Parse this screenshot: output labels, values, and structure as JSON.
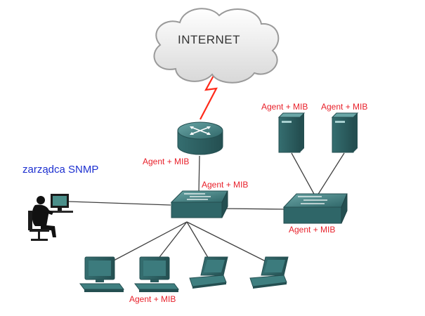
{
  "cloud": {
    "label": "INTERNET"
  },
  "manager": {
    "label": "zarządca SNMP"
  },
  "labels": {
    "router": "Agent + MIB",
    "switch_main": "Agent + MIB",
    "server_left": "Agent + MIB",
    "server_right": "Agent + MIB",
    "switch_right": "Agent + MIB",
    "pc": "Agent + MIB"
  },
  "colors": {
    "agent_text": "#e8202a",
    "manager_text": "#1c2fd0",
    "internet_text": "#333333",
    "device_teal": "#3f7f80",
    "device_dark": "#2a5a5c",
    "link": "#404040",
    "serial_link": "#ff2a1a",
    "cloud_fill": "#f2f2f2",
    "cloud_stroke": "#9a9a9a"
  },
  "icons": {
    "cloud": "internet-cloud-icon",
    "router": "router-icon",
    "switch": "switch-icon",
    "server": "server-icon",
    "desktop": "desktop-pc-icon",
    "laptop": "laptop-icon",
    "manager": "operator-workstation-icon"
  }
}
